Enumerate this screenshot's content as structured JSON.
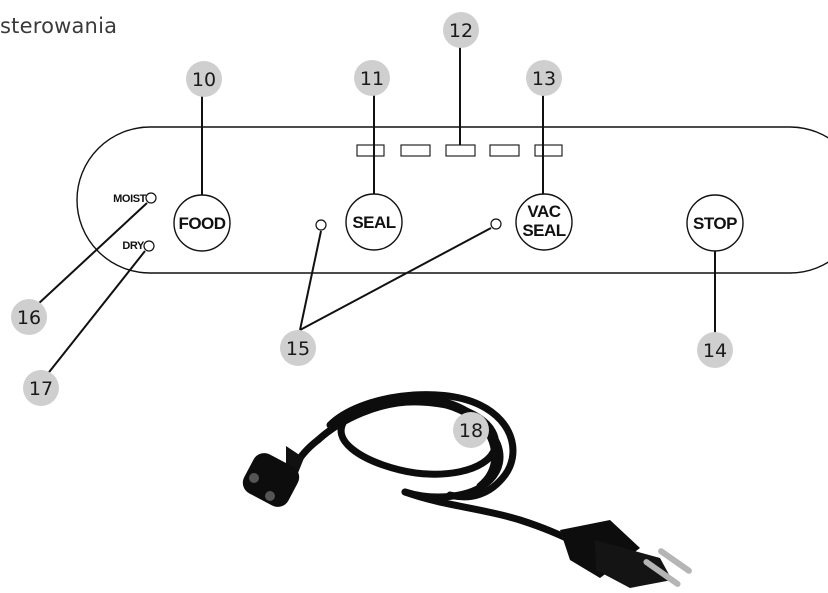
{
  "title": "sterowania",
  "buttons": {
    "food": "FOOD",
    "seal": "SEAL",
    "vac_seal_line1": "VAC",
    "vac_seal_line2": "SEAL",
    "stop": "STOP"
  },
  "indicator_labels": {
    "moist": "MOIST",
    "dry": "DRY"
  },
  "callouts": {
    "c10": "10",
    "c11": "11",
    "c12": "12",
    "c13": "13",
    "c14": "14",
    "c15": "15",
    "c16": "16",
    "c17": "17",
    "c18": "18"
  },
  "colors": {
    "callout_fill": "#cfcfcf",
    "outline": "#111111",
    "cord": "#0d0d0d"
  }
}
